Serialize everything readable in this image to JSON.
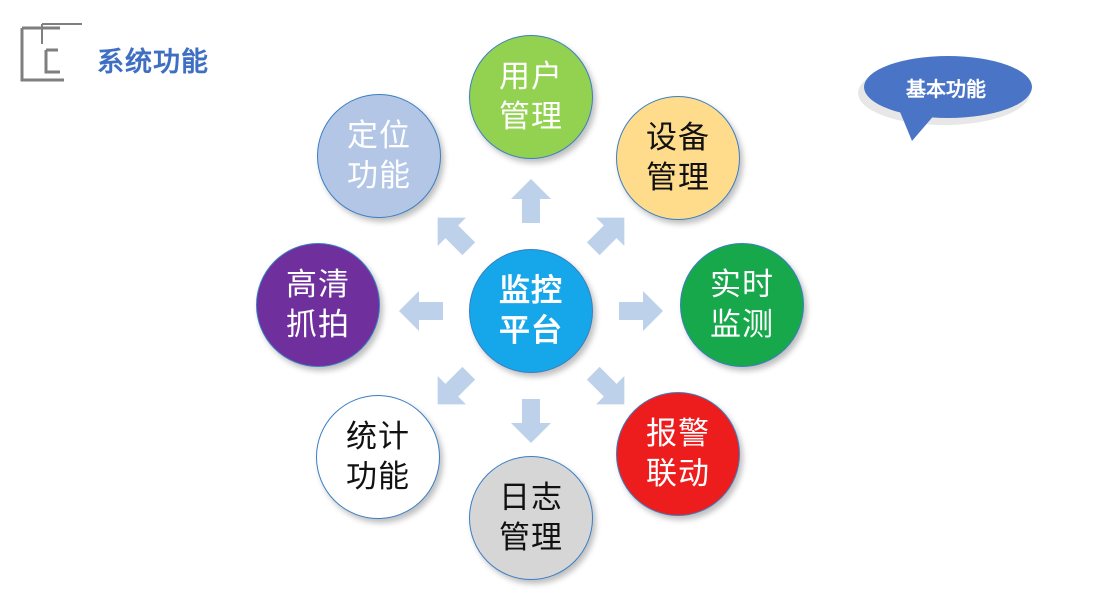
{
  "header": {
    "title": "系统功能",
    "bubble_label": "基本功能"
  },
  "colors": {
    "title": "#3e6fc2",
    "bubble": "#4a74c5",
    "arrow": "#bdd1ea",
    "node_border": "#3a7fc4"
  },
  "diagram": {
    "center": {
      "line1": "监控",
      "line2": "平台",
      "fill": "#16a6ea",
      "text_color": "#ffffff"
    },
    "nodes": [
      {
        "id": "user-management",
        "line1": "用户",
        "line2": "管理",
        "fill": "#93d150",
        "text_color": "#ffffff"
      },
      {
        "id": "device-management",
        "line1": "设备",
        "line2": "管理",
        "fill": "#fedc8c",
        "text_color": "#111111"
      },
      {
        "id": "realtime-monitoring",
        "line1": "实时",
        "line2": "监测",
        "fill": "#16a84b",
        "text_color": "#ffffff"
      },
      {
        "id": "alarm-linkage",
        "line1": "报警",
        "line2": "联动",
        "fill": "#ee1d1d",
        "text_color": "#ffffff"
      },
      {
        "id": "log-management",
        "line1": "日志",
        "line2": "管理",
        "fill": "#d6d6d6",
        "text_color": "#111111"
      },
      {
        "id": "statistics",
        "line1": "统计",
        "line2": "功能",
        "fill": "#ffffff",
        "text_color": "#111111"
      },
      {
        "id": "hd-capture",
        "line1": "高清",
        "line2": "抓拍",
        "fill": "#6f2f9d",
        "text_color": "#ffffff"
      },
      {
        "id": "positioning",
        "line1": "定位",
        "line2": "功能",
        "fill": "#b3c6e6",
        "text_color": "#ffffff"
      }
    ]
  }
}
